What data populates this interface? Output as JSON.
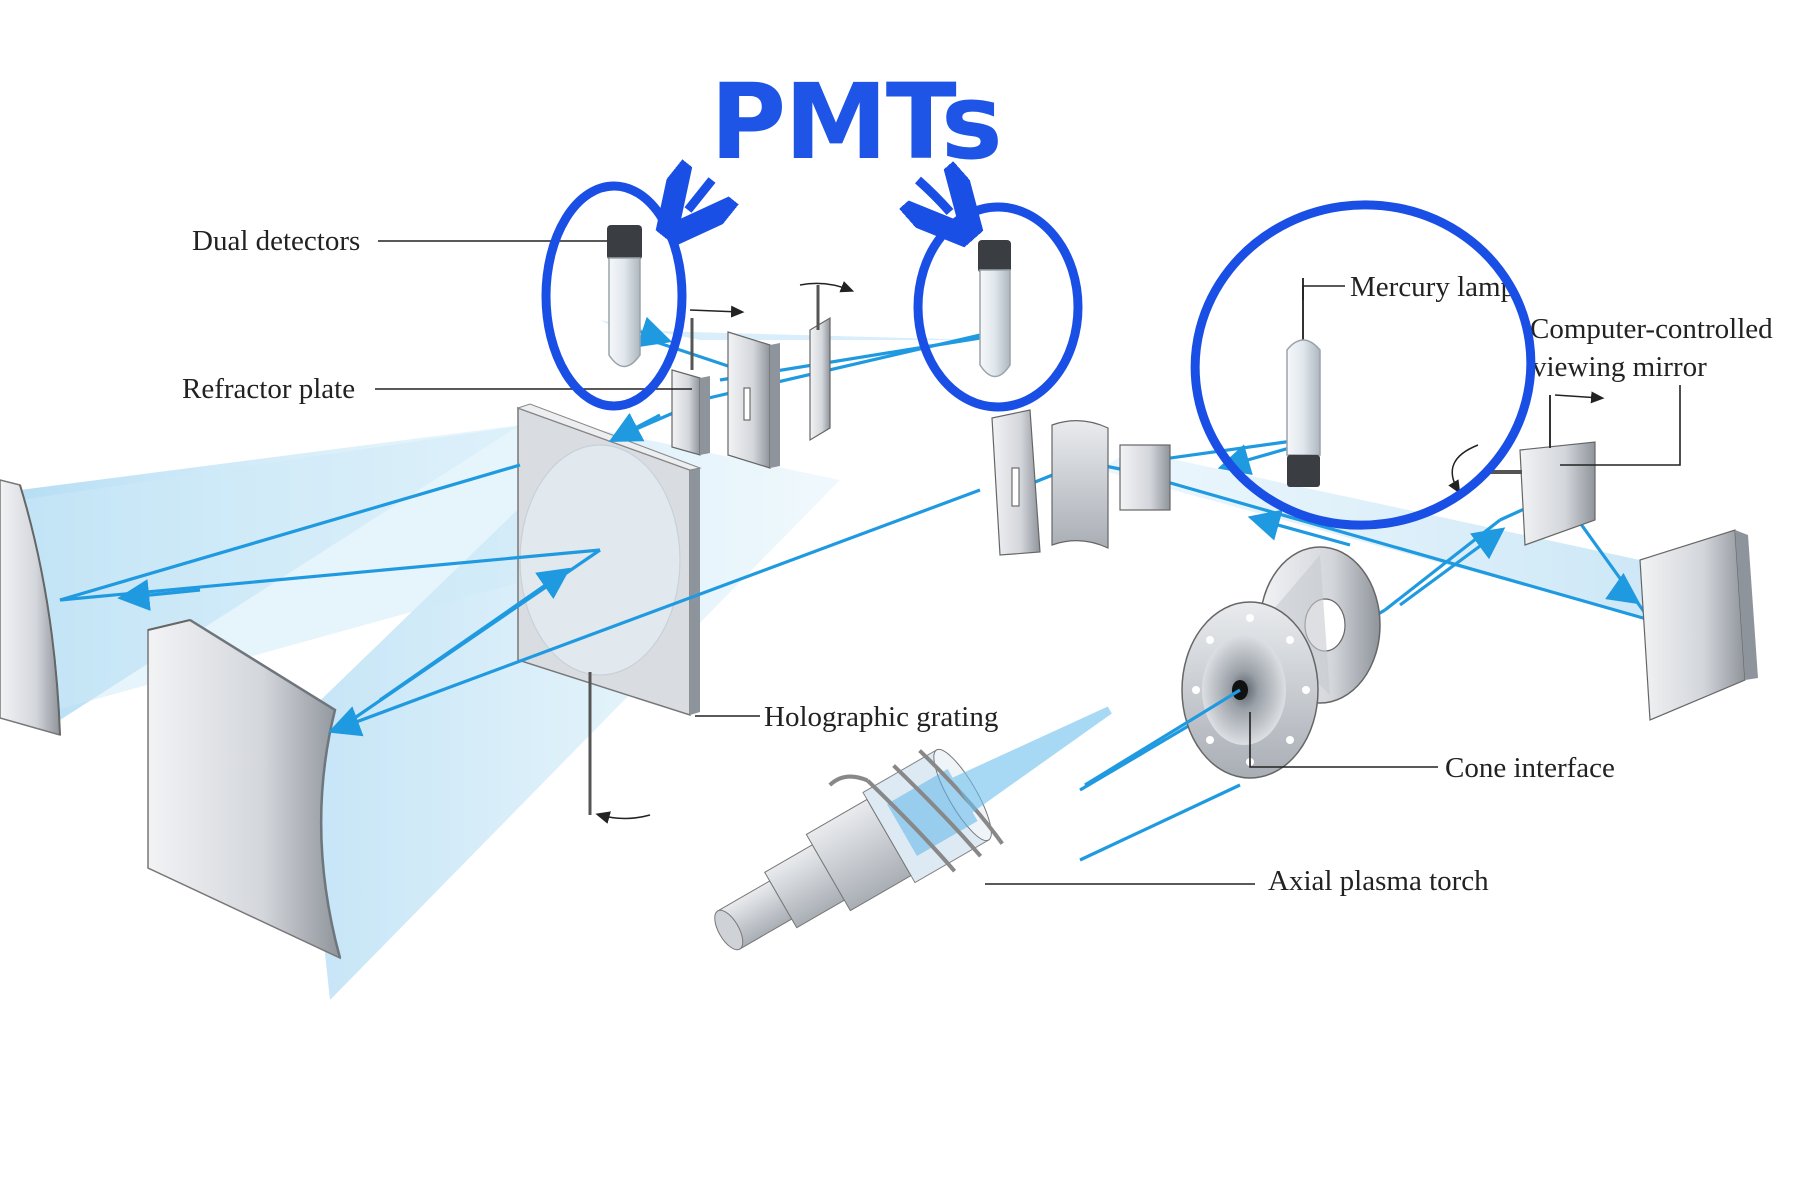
{
  "annotation": {
    "handwritten": "PMTs"
  },
  "labels": {
    "dual_detectors": "Dual detectors",
    "refractor_plate": "Refractor plate",
    "holographic_grating": "Holographic grating",
    "mercury_lamp": "Mercury lamp",
    "viewing_mirror_line1": "Computer-controlled",
    "viewing_mirror_line2": "viewing mirror",
    "cone_interface": "Cone interface",
    "axial_plasma_torch": "Axial plasma torch"
  },
  "colors": {
    "beam": "#1f9ae0",
    "highlight": "#1a4fe6",
    "light_fan": "#bfe3f6",
    "component_gray": "#c9ccd1"
  }
}
